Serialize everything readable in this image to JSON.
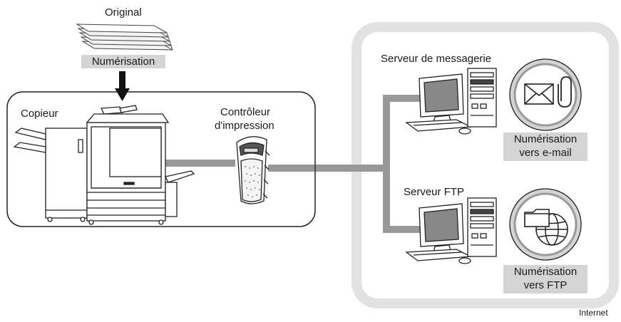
{
  "labels": {
    "original": "Original",
    "scan": "Numérisation",
    "copier": "Copieur",
    "controller_line1": "Contrôleur",
    "controller_line2": "d'impression",
    "mail_server": "Serveur de messagerie",
    "ftp_server": "Serveur FTP",
    "scan_email_line1": "Numérisation",
    "scan_email_line2": "vers e-mail",
    "scan_ftp_line1": "Numérisation",
    "scan_ftp_line2": "vers FTP",
    "internet": "Internet"
  },
  "icons": [
    "document-stack-icon",
    "arrow-down-icon",
    "copier-icon",
    "print-controller-icon",
    "computer-icon",
    "envelope-icon",
    "paperclip-icon",
    "folder-icon",
    "globe-icon"
  ],
  "colors": {
    "network_panel": "#e2e2e2",
    "link_line": "#999999",
    "label_box": "#d4d4d4",
    "stroke": "#222222"
  }
}
